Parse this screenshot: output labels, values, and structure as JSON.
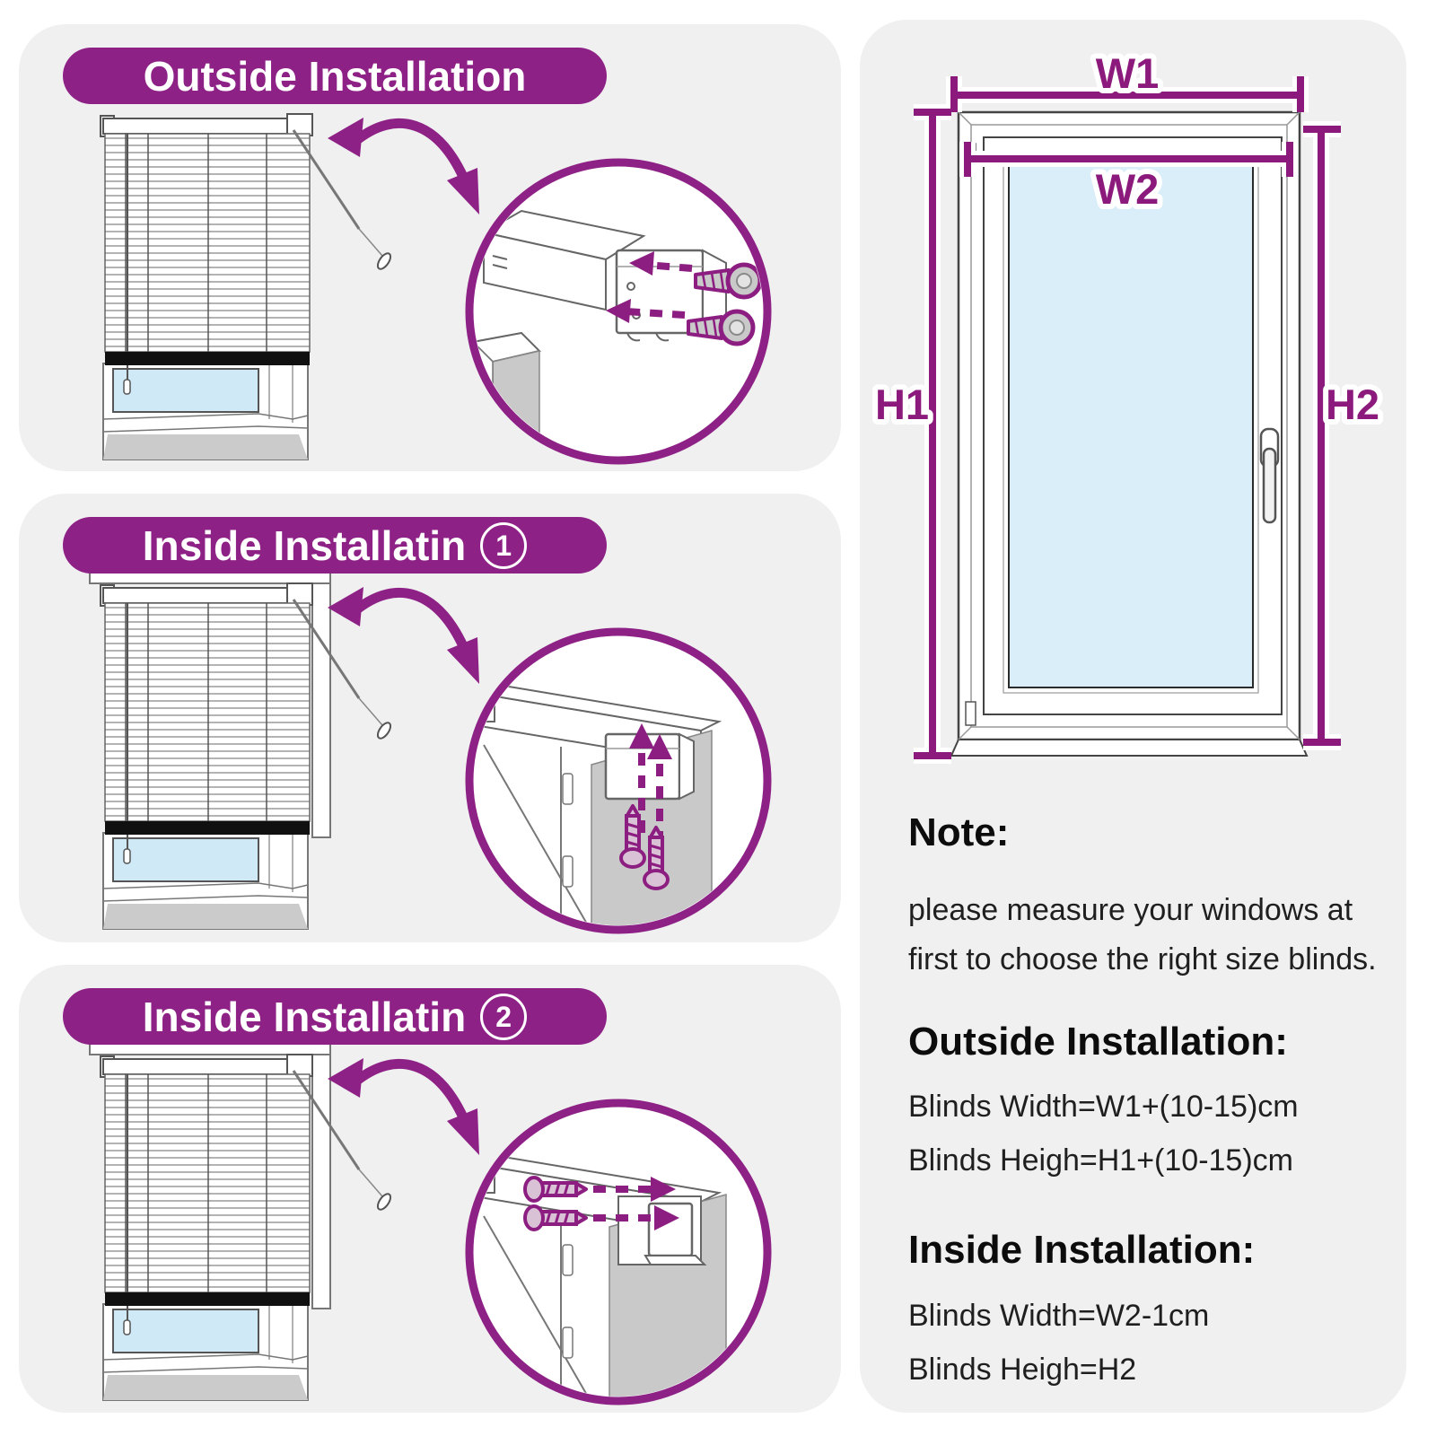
{
  "colors": {
    "accent": "#8e2186",
    "dimension": "#8c1a7c",
    "panel_bg": "#f0f0f0",
    "glass": "#d9eef8"
  },
  "panels": [
    {
      "title": "Outside Installation",
      "badge": null
    },
    {
      "title": "Inside Installatin",
      "badge": "1"
    },
    {
      "title": "Inside Installatin",
      "badge": "2"
    }
  ],
  "measure": {
    "w1": "W1",
    "w2": "W2",
    "h1": "H1",
    "h2": "H2"
  },
  "note": {
    "heading": "Note:",
    "line1": "please measure your windows at",
    "line2": "first to choose the right size blinds."
  },
  "outside": {
    "heading": "Outside Installation:",
    "line1": "Blinds Width=W1+(10-15)cm",
    "line2": "Blinds Heigh=H1+(10-15)cm"
  },
  "inside": {
    "heading": "Inside Installation:",
    "line1": "Blinds Width=W2-1cm",
    "line2": "Blinds Heigh=H2"
  }
}
